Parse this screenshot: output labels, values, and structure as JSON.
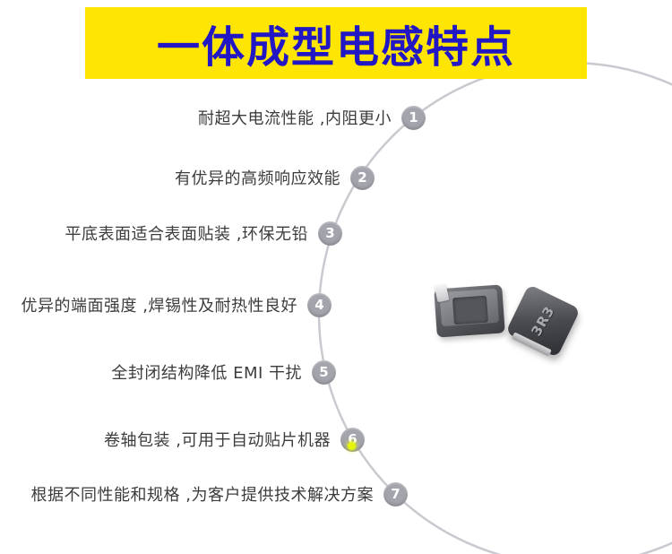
{
  "header": {
    "title": "一体成型电感特点"
  },
  "features": [
    {
      "num": "1",
      "text": "耐超大电流性能 ,内阻更小"
    },
    {
      "num": "2",
      "text": "有优异的高频响应效能"
    },
    {
      "num": "3",
      "text": "平底表面适合表面贴装 ,环保无铅"
    },
    {
      "num": "4",
      "text": "优异的端面强度 ,焊锡性及耐热性良好"
    },
    {
      "num": "5",
      "text": "全封闭结构降低 EMI 干扰"
    },
    {
      "num": "6",
      "text": "卷轴包装 ,可用于自动贴片机器"
    },
    {
      "num": "7",
      "text": "根据不同性能和规格 ,为客户提供技术解决方案"
    }
  ],
  "product": {
    "marking": "3R3"
  },
  "colors": {
    "header_bg": "#ffe502",
    "header_text": "#2217c4",
    "circle_stroke": "#c9c9cf",
    "badge_bg": "#a3a4ac",
    "badge_text": "#ffffff",
    "feature_text": "#3c3c3c",
    "highlight_dot": "#e4f50a"
  }
}
